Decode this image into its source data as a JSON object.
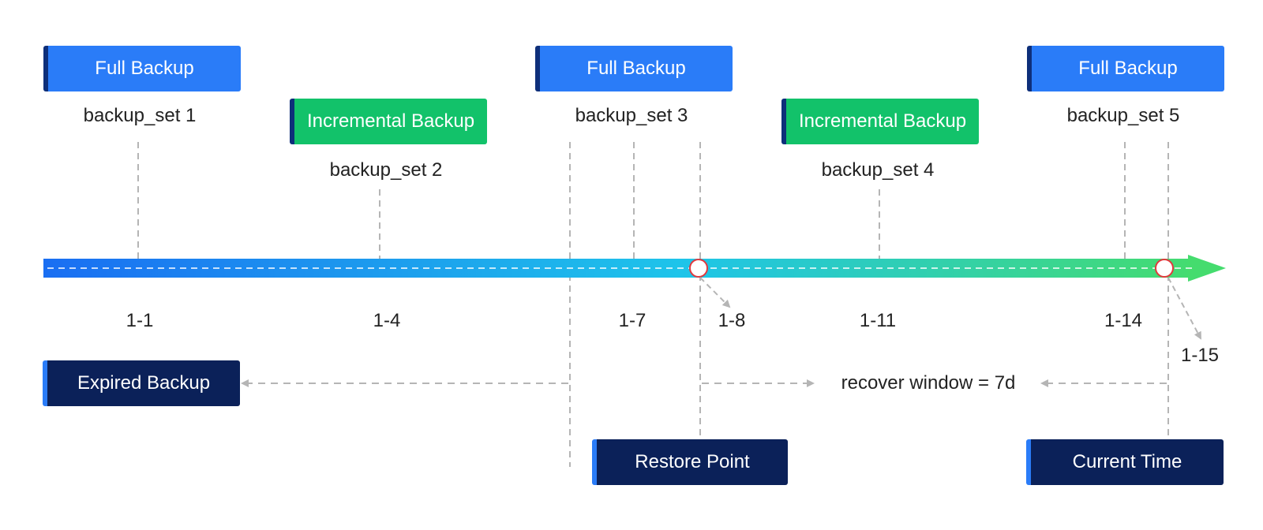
{
  "backups": [
    {
      "type_label": "Full Backup",
      "set_label": "backup_set 1",
      "kind": "full"
    },
    {
      "type_label": "Incremental Backup",
      "set_label": "backup_set 2",
      "kind": "incr"
    },
    {
      "type_label": "Full Backup",
      "set_label": "backup_set 3",
      "kind": "full"
    },
    {
      "type_label": "Incremental Backup",
      "set_label": "backup_set 4",
      "kind": "incr"
    },
    {
      "type_label": "Full Backup",
      "set_label": "backup_set 5",
      "kind": "full"
    }
  ],
  "dates": [
    "1-1",
    "1-4",
    "1-7",
    "1-8",
    "1-11",
    "1-14",
    "1-15"
  ],
  "labels": {
    "expired_backup": "Expired Backup",
    "restore_point": "Restore Point",
    "current_time": "Current Time",
    "recover_window": "recover window = 7d"
  },
  "colors": {
    "full": "#2a7cf8",
    "incremental": "#12c26a",
    "dark": "#0b2159",
    "timeline_start": "#1a6ef2",
    "timeline_mid": "#1ec4ea",
    "timeline_end": "#45dc6e",
    "dash": "#b5b5b5"
  }
}
